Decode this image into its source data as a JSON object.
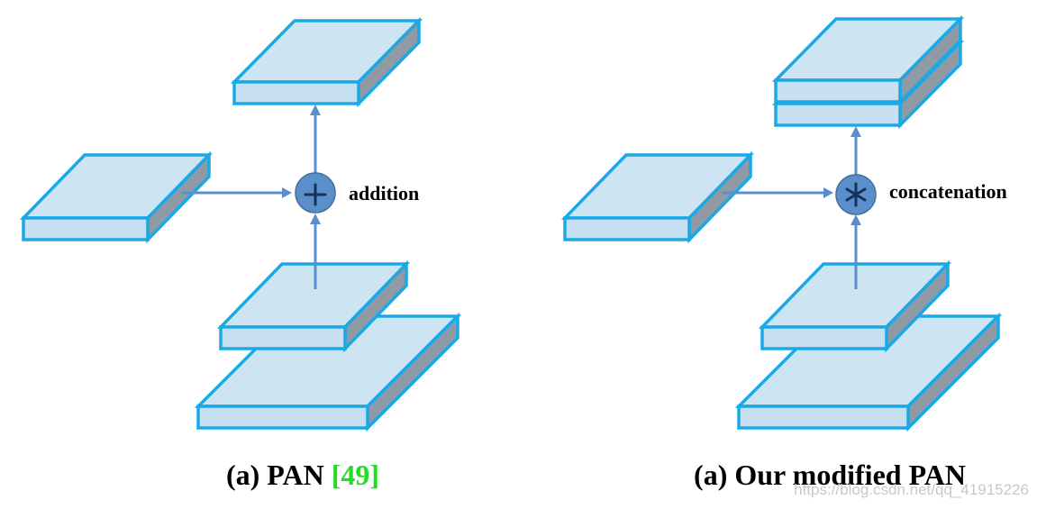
{
  "left_panel": {
    "operation_label": "addition",
    "operation_icon": "plus-icon",
    "caption_prefix": "(a) PAN ",
    "caption_citation": "[49]"
  },
  "right_panel": {
    "operation_label": "concatenation",
    "operation_icon": "asterisk-icon",
    "caption": "(a) Our modified PAN"
  },
  "watermark": "https://blog.csdn.net/qq_41915226",
  "colors": {
    "box_fill": "#cde4f3",
    "box_edge": "#1aa9e6",
    "box_side": "#8f9aa4",
    "arrow": "#5b8fcc",
    "operator_circle": "#5b8fcc",
    "citation": "#22dd22"
  }
}
